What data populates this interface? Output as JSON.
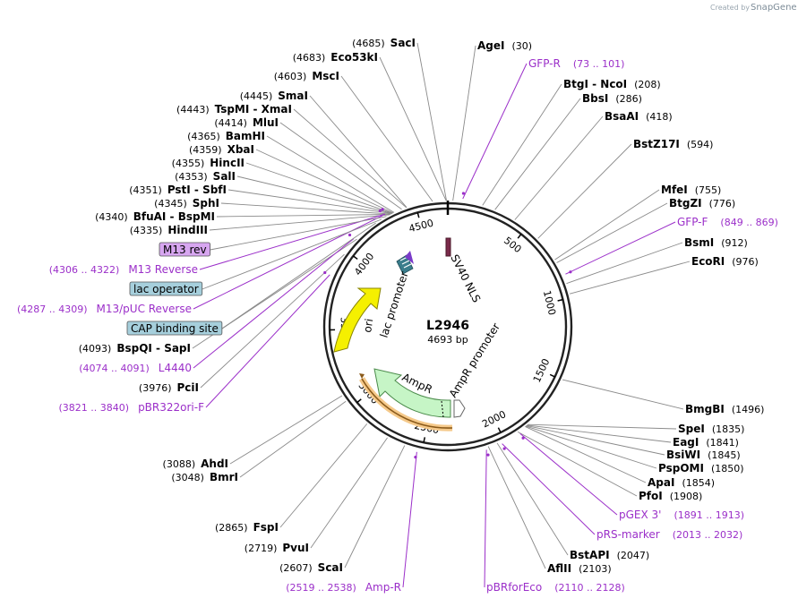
{
  "credit": {
    "created_by": "Created by",
    "brand": "SnapGene"
  },
  "plasmid": {
    "name": "L2946",
    "length": "4693 bp",
    "total_bp": 4693
  },
  "ticks": [
    "500",
    "1000",
    "1500",
    "2000",
    "2500",
    "3000",
    "3500",
    "4000",
    "4500"
  ],
  "sites": [
    {
      "name": "SacI",
      "pos": "(4685)",
      "bp": 4685,
      "side": "left"
    },
    {
      "name": "Eco53kI",
      "pos": "(4683)",
      "bp": 4683,
      "side": "left"
    },
    {
      "name": "MscI",
      "pos": "(4603)",
      "bp": 4603,
      "side": "left"
    },
    {
      "name": "SmaI",
      "pos": "(4445)",
      "bp": 4445,
      "side": "left"
    },
    {
      "name": "TspMI  -  XmaI",
      "pos": "(4443)",
      "bp": 4443,
      "side": "left"
    },
    {
      "name": "MluI",
      "pos": "(4414)",
      "bp": 4414,
      "side": "left"
    },
    {
      "name": "BamHI",
      "pos": "(4365)",
      "bp": 4365,
      "side": "left"
    },
    {
      "name": "XbaI",
      "pos": "(4359)",
      "bp": 4359,
      "side": "left"
    },
    {
      "name": "HincII",
      "pos": "(4355)",
      "bp": 4355,
      "side": "left"
    },
    {
      "name": "SalI",
      "pos": "(4353)",
      "bp": 4353,
      "side": "left"
    },
    {
      "name": "PstI  -  SbfI",
      "pos": "(4351)",
      "bp": 4351,
      "side": "left"
    },
    {
      "name": "SphI",
      "pos": "(4345)",
      "bp": 4345,
      "side": "left"
    },
    {
      "name": "BfuAI  -  BspMI",
      "pos": "(4340)",
      "bp": 4340,
      "side": "left"
    },
    {
      "name": "HindIII",
      "pos": "(4335)",
      "bp": 4335,
      "side": "left"
    },
    {
      "name": "BspQI  -  SapI",
      "pos": "(4093)",
      "bp": 4093,
      "side": "left"
    },
    {
      "name": "PciI",
      "pos": "(3976)",
      "bp": 3976,
      "side": "left"
    },
    {
      "name": "AhdI",
      "pos": "(3088)",
      "bp": 3088,
      "side": "left"
    },
    {
      "name": "BmrI",
      "pos": "(3048)",
      "bp": 3048,
      "side": "left"
    },
    {
      "name": "FspI",
      "pos": "(2865)",
      "bp": 2865,
      "side": "left"
    },
    {
      "name": "PvuI",
      "pos": "(2719)",
      "bp": 2719,
      "side": "left"
    },
    {
      "name": "ScaI",
      "pos": "(2607)",
      "bp": 2607,
      "side": "left"
    },
    {
      "name": "AgeI",
      "pos": "(30)",
      "bp": 30,
      "side": "right"
    },
    {
      "name": "BtgI  -  NcoI",
      "pos": "(208)",
      "bp": 208,
      "side": "right"
    },
    {
      "name": "BbsI",
      "pos": "(286)",
      "bp": 286,
      "side": "right"
    },
    {
      "name": "BsaAI",
      "pos": "(418)",
      "bp": 418,
      "side": "right"
    },
    {
      "name": "BstZ17I",
      "pos": "(594)",
      "bp": 594,
      "side": "right"
    },
    {
      "name": "MfeI",
      "pos": "(755)",
      "bp": 755,
      "side": "right"
    },
    {
      "name": "BtgZI",
      "pos": "(776)",
      "bp": 776,
      "side": "right"
    },
    {
      "name": "BsmI",
      "pos": "(912)",
      "bp": 912,
      "side": "right"
    },
    {
      "name": "EcoRI",
      "pos": "(976)",
      "bp": 976,
      "side": "right"
    },
    {
      "name": "BmgBI",
      "pos": "(1496)",
      "bp": 1496,
      "side": "right"
    },
    {
      "name": "SpeI",
      "pos": "(1835)",
      "bp": 1835,
      "side": "right"
    },
    {
      "name": "EagI",
      "pos": "(1841)",
      "bp": 1841,
      "side": "right"
    },
    {
      "name": "BsiWI",
      "pos": "(1845)",
      "bp": 1845,
      "side": "right"
    },
    {
      "name": "PspOMI",
      "pos": "(1850)",
      "bp": 1850,
      "side": "right"
    },
    {
      "name": "ApaI",
      "pos": "(1854)",
      "bp": 1854,
      "side": "right"
    },
    {
      "name": "PfoI",
      "pos": "(1908)",
      "bp": 1908,
      "side": "right"
    },
    {
      "name": "BstAPI",
      "pos": "(2047)",
      "bp": 2047,
      "side": "right"
    },
    {
      "name": "AflII",
      "pos": "(2103)",
      "bp": 2103,
      "side": "right"
    }
  ],
  "primers": [
    {
      "name": "GFP-R",
      "range": "(73 .. 101)",
      "bp": 87,
      "side": "right"
    },
    {
      "name": "GFP-F",
      "range": "(849 .. 869)",
      "bp": 859,
      "side": "right"
    },
    {
      "name": "pGEX 3'",
      "range": "(1891 .. 1913)",
      "bp": 1902,
      "side": "right"
    },
    {
      "name": "pRS-marker",
      "range": "(2013 .. 2032)",
      "bp": 2022,
      "side": "right"
    },
    {
      "name": "pBRforEco",
      "range": "(2110 .. 2128)",
      "bp": 2119,
      "side": "right"
    },
    {
      "name": "Amp-R",
      "range": "(2519 .. 2538)",
      "bp": 2528,
      "side": "left"
    },
    {
      "name": "M13 Reverse",
      "range": "(4306 .. 4322)",
      "bp": 4314,
      "side": "left"
    },
    {
      "name": "M13/pUC Reverse",
      "range": "(4287 .. 4309)",
      "bp": 4298,
      "side": "left"
    },
    {
      "name": "L4440",
      "range": "(4074 .. 4091)",
      "bp": 4082,
      "side": "left"
    },
    {
      "name": "pBR322ori-F",
      "range": "(3821 .. 3840)",
      "bp": 3830,
      "side": "left"
    }
  ],
  "boxed_features": [
    {
      "name": "M13 rev",
      "bp": 4314,
      "color": "#d7a6f0"
    },
    {
      "name": "lac operator",
      "bp": 4280,
      "color": "#a6cfdc"
    },
    {
      "name": "CAP binding site",
      "bp": 4240,
      "color": "#a6cfdc"
    }
  ],
  "features": [
    {
      "name": "SV40 NLS",
      "color": "#7a2a4a"
    },
    {
      "name": "lac promoter",
      "color": "#3a7d8c"
    },
    {
      "name": "ori",
      "color": "#f5f000"
    },
    {
      "name": "AmpR",
      "color": "#c6f5c6"
    },
    {
      "name": "AmpR promoter",
      "color": "#ffffff"
    }
  ],
  "colors": {
    "primer": "#9b2fc9",
    "site_line": "#8a8a8a",
    "backbone": "#000000"
  }
}
